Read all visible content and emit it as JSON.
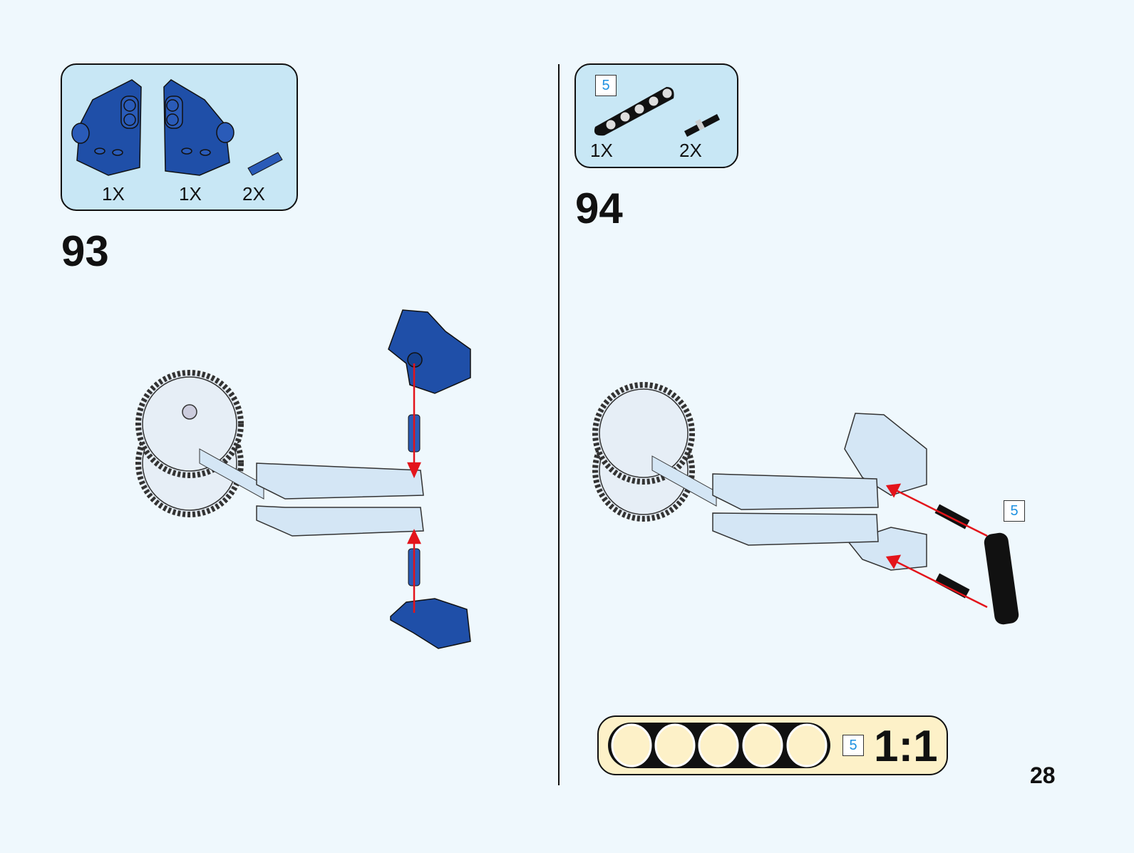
{
  "step_93": {
    "number": "93",
    "parts": [
      {
        "name": "blue-left-connector",
        "qty": "1X"
      },
      {
        "name": "blue-right-connector",
        "qty": "1X"
      },
      {
        "name": "blue-axle-pin",
        "qty": "2X"
      }
    ]
  },
  "step_94": {
    "number": "94",
    "parts": [
      {
        "name": "black-beam-5",
        "qty": "1X",
        "length_label": "5"
      },
      {
        "name": "black-pin",
        "qty": "2X"
      }
    ],
    "callout_length_label": "5"
  },
  "ruler": {
    "length_label": "5",
    "scale": "1:1",
    "holes": 5
  },
  "page_number": "28",
  "colors": {
    "background": "#eff8fd",
    "panel": "#c8e7f5",
    "blue_part": "#1f4fa8",
    "arrow": "#e3141b",
    "ruler": "#fdf1c8",
    "light_part": "#d4e6f5"
  }
}
